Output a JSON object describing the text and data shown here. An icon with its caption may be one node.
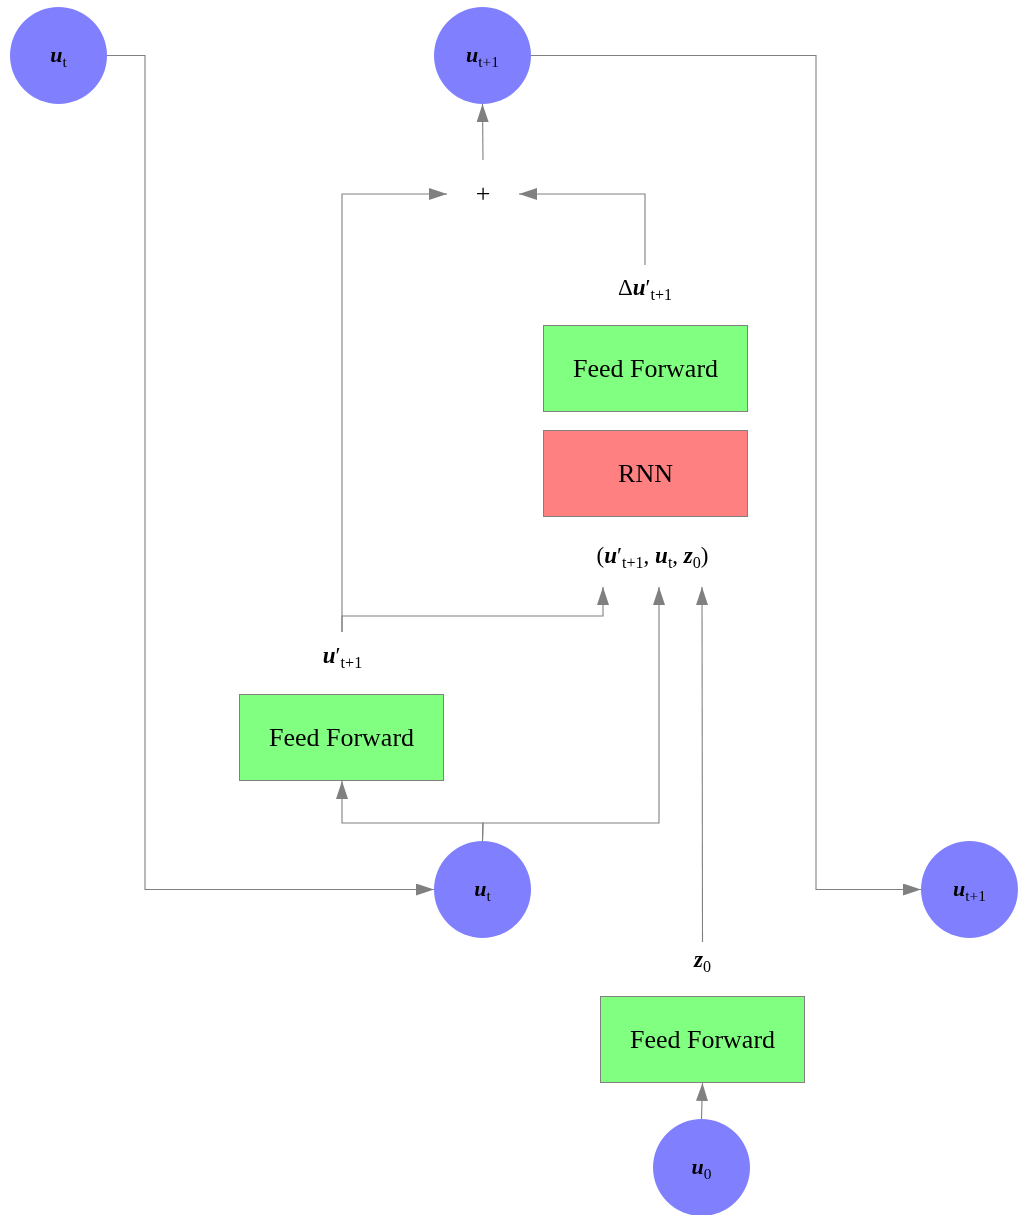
{
  "diagram": {
    "nodes": [
      {
        "text": [
          "**u**$_{t}$"
        ]
      },
      {
        "text": [
          "**u**$_{t+1}$"
        ]
      },
      {
        "text": [
          "+"
        ]
      },
      {
        "text": [
          "Δ**u**′$_{t+1}$"
        ]
      },
      {
        "text": [
          "Feed Forward"
        ]
      },
      {
        "text": [
          "RNN"
        ]
      },
      {
        "text": [
          "(**u**′$_{t+1}$, **u**$_{t}$, **z**$_{0}$)"
        ]
      },
      {
        "text": [
          "**u**′$_{t+1}$"
        ]
      },
      {
        "text": [
          "Feed Forward"
        ]
      },
      {
        "text": [
          "**u**$_{t}$"
        ]
      },
      {
        "text": [
          "**u**$_{t+1}$"
        ]
      },
      {
        "text": [
          "**z**$_{0}$"
        ]
      },
      {
        "text": [
          "Feed Forward"
        ]
      },
      {
        "text": [
          "**u**$_{0}$"
        ]
      }
    ],
    "edges": [
      {
        "from": 0,
        "to": 9,
        "arrow": "to"
      },
      {
        "from": 1,
        "to": 10,
        "arrow": "to"
      },
      {
        "from": 2,
        "to": 1,
        "arrow": "to"
      },
      {
        "from": 7,
        "to": 2,
        "arrow": "to"
      },
      {
        "from": 3,
        "to": 2,
        "arrow": "to"
      },
      {
        "from": 7,
        "to": 6,
        "arrow": "to"
      },
      {
        "from": 9,
        "to": 8,
        "arrow": "to"
      },
      {
        "from": 9,
        "to": 6,
        "arrow": "to"
      },
      {
        "from": 11,
        "to": 6,
        "arrow": "to"
      },
      {
        "from": 13,
        "to": 12,
        "arrow": "to"
      }
    ]
  }
}
